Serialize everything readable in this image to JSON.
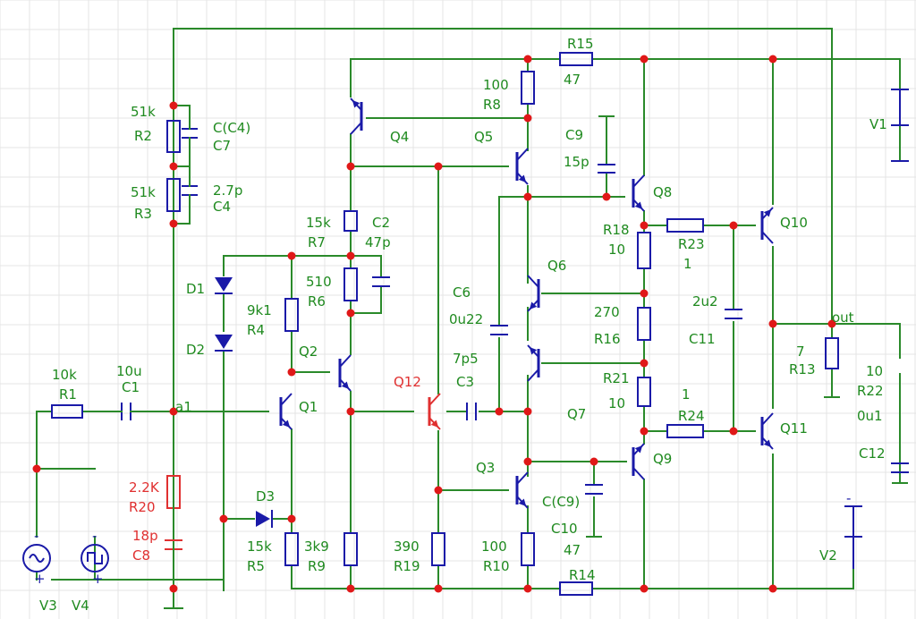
{
  "components": {
    "r1": {
      "name": "R1",
      "value": "10k"
    },
    "r2": {
      "name": "R2",
      "value": "51k"
    },
    "r3": {
      "name": "R3",
      "value": "51k"
    },
    "r4": {
      "name": "R4",
      "value": "9k1"
    },
    "r5": {
      "name": "R5",
      "value": "15k"
    },
    "r6": {
      "name": "R6",
      "value": "510"
    },
    "r7": {
      "name": "R7",
      "value": "15k"
    },
    "r8": {
      "name": "R8",
      "value": "100"
    },
    "r9": {
      "name": "R9",
      "value": "3k9"
    },
    "r10": {
      "name": "R10",
      "value": "100"
    },
    "r13": {
      "name": "R13",
      "value": "7"
    },
    "r14": {
      "name": "R14",
      "value": "47"
    },
    "r15": {
      "name": "R15",
      "value": "47"
    },
    "r16": {
      "name": "R16",
      "value": "270"
    },
    "r18": {
      "name": "R18",
      "value": "10"
    },
    "r19": {
      "name": "R19",
      "value": "390"
    },
    "r20": {
      "name": "R20",
      "value": "2.2K"
    },
    "r21": {
      "name": "R21",
      "value": "10"
    },
    "r22": {
      "name": "R22",
      "value": "10"
    },
    "r23": {
      "name": "R23",
      "value": "1"
    },
    "r24": {
      "name": "R24",
      "value": "1"
    },
    "c1": {
      "name": "C1",
      "value": "10u"
    },
    "c2": {
      "name": "C2",
      "value": "47p"
    },
    "c3": {
      "name": "C3",
      "value": "7p5"
    },
    "c4": {
      "name": "C4",
      "value": "2.7p"
    },
    "c6": {
      "name": "C6",
      "value": "0u22"
    },
    "c7": {
      "name": "C7",
      "value": "C(C4)"
    },
    "c8": {
      "name": "C8",
      "value": "18p"
    },
    "c9": {
      "name": "C9",
      "value": "15p"
    },
    "c10": {
      "name": "C10",
      "value": "C(C9)"
    },
    "c11": {
      "name": "C11",
      "value": "2u2"
    },
    "c12": {
      "name": "C12",
      "value": "0u1"
    },
    "d1": "D1",
    "d2": "D2",
    "d3": "D3",
    "q": [
      "Q1",
      "Q2",
      "Q3",
      "Q4",
      "Q5",
      "Q6",
      "Q7",
      "Q8",
      "Q9",
      "Q10",
      "Q11",
      "Q12"
    ],
    "v": [
      "V1",
      "V2",
      "V3",
      "V4"
    ]
  },
  "nodes": {
    "a1": "a1",
    "out": "out"
  },
  "polarity": {
    "minus": "-",
    "plus": "+"
  },
  "colors": {
    "wire": "#2a8a2a",
    "component": "#1a1aa8",
    "label": "#1f8a1f",
    "highlight": "#e03030",
    "junction": "#e01818"
  }
}
